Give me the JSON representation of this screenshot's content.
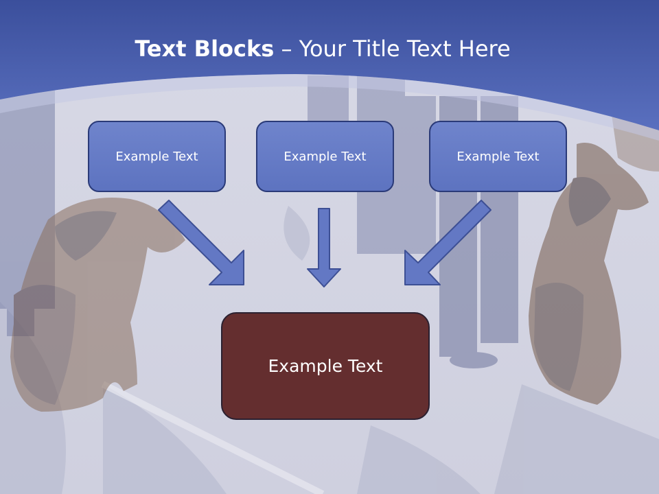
{
  "slide": {
    "title_bold": "Text Blocks",
    "title_dash": " – ",
    "title_rest": "Your Title Text Here"
  },
  "blocks": {
    "left": "Example Text",
    "middle": "Example Text",
    "right": "Example Text",
    "center": "Example Text"
  },
  "colors": {
    "header_blue": "#4d63b0",
    "box_blue": "#6a7fc8",
    "box_border": "#2a3a78",
    "center_box": "#642e2f",
    "arrow_fill": "#6378c4"
  }
}
